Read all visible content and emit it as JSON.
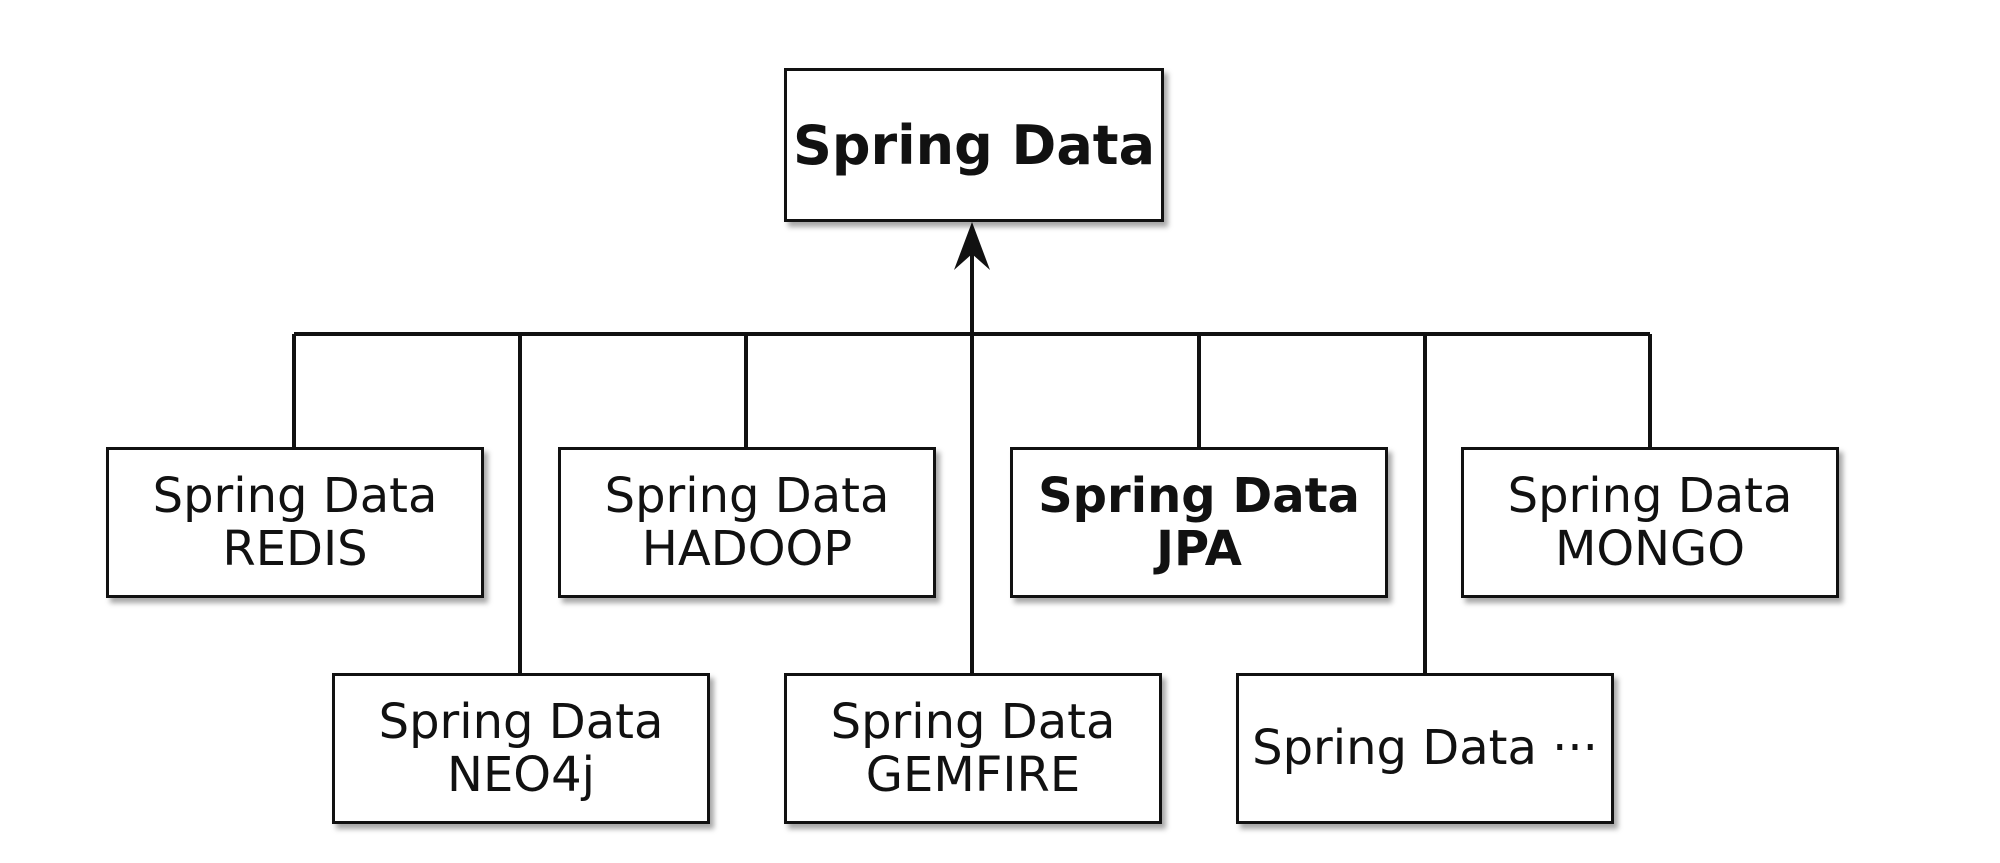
{
  "diagram": {
    "root": {
      "label": "Spring Data"
    },
    "modules": [
      {
        "line1": "Spring Data",
        "line2": "REDIS"
      },
      {
        "line1": "Spring Data",
        "line2": "NEO4j"
      },
      {
        "line1": "Spring Data",
        "line2": "HADOOP"
      },
      {
        "line1": "Spring Data",
        "line2": "GEMFIRE"
      },
      {
        "line1": "Spring Data",
        "line2": "JPA"
      },
      {
        "line1": "Spring Data ···",
        "line2": ""
      },
      {
        "line1": "Spring Data",
        "line2": "MONGO"
      }
    ],
    "colors": {
      "line": "#111111",
      "box_fill": "#ffffff",
      "text": "#111111"
    }
  }
}
